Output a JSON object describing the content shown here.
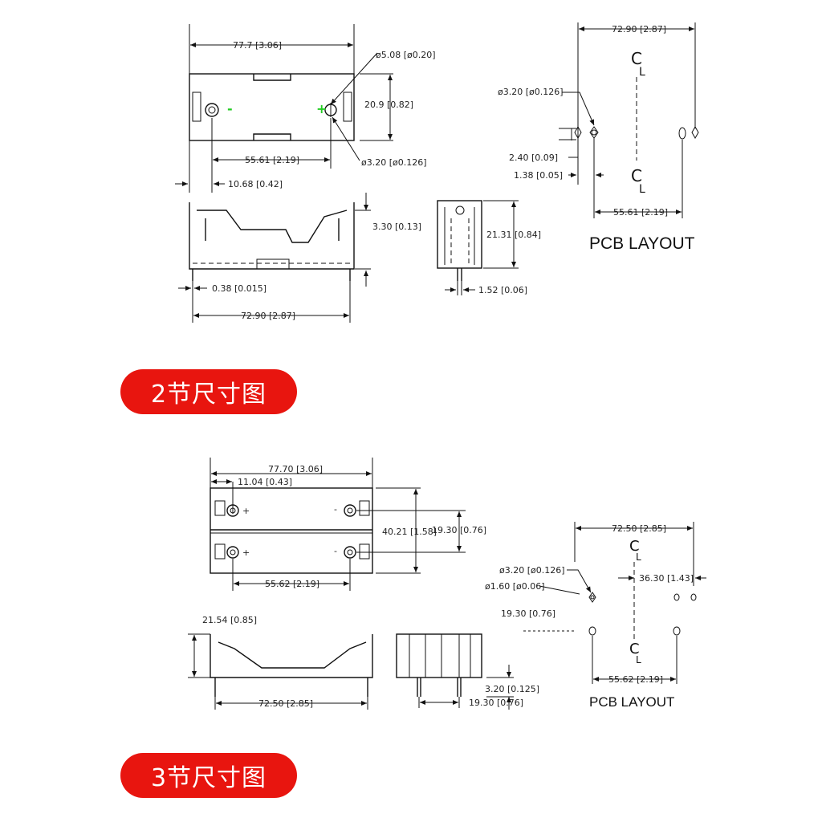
{
  "sections": [
    {
      "badge": "2节尺寸图"
    },
    {
      "badge": "3节尺寸图"
    }
  ],
  "top": {
    "body_width": "77.7 [3.06]",
    "hole_large": "ø5.08 [ø0.20]",
    "body_height": "20.9 [0.82]",
    "pitch": "55.61 [2.19]",
    "hole_small": "ø3.20 [ø0.126]",
    "offset": "10.68 [0.42]",
    "tab_height": "3.30 [0.13]",
    "pin_thick": "0.38 [0.015]",
    "pin_span": "72.90 [2.87]",
    "side_height": "21.31 [0.84]",
    "pin_width": "1.52 [0.06]",
    "pcb_span": "72.90 [2.87]",
    "pcb_hole": "ø3.20 [ø0.126]",
    "pcb_pad": "2.40 [0.09]",
    "pcb_gap": "1.38 [0.05]",
    "pcb_pitch": "55.61 [2.19]",
    "pcb_title": "PCB LAYOUT",
    "polarity_minus": "-",
    "polarity_plus": "+"
  },
  "bottom": {
    "body_width": "77.70 [3.06]",
    "offset": "11.04 [0.43]",
    "body_height": "40.21 [1.58]",
    "row_pitch": "19.30 [0.76]",
    "pitch": "55.62 [2.19]",
    "side_height": "21.54 [0.85]",
    "pin_span": "72.50 [2.85]",
    "pin_len": "3.20 [0.125]",
    "row_pitch2": "19.30 [0.76]",
    "pcb_span": "72.50 [2.85]",
    "pcb_hole": "ø3.20 [ø0.126]",
    "pcb_row": "36.30 [1.43]",
    "pcb_small": "ø1.60 [ø0.06]",
    "pcb_rowpitch": "19.30 [0.76]",
    "pcb_pitch": "55.62 [2.19]",
    "pcb_title": "PCB LAYOUT",
    "plus": "+",
    "minus": "-"
  },
  "colors": {
    "badge": "#e8150f",
    "polarity": "#22cc22"
  }
}
